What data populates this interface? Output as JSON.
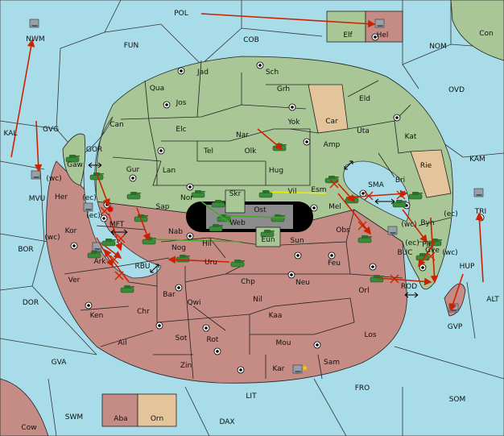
{
  "colors": {
    "sea": "#a8dce8",
    "faction_green": "#a9c796",
    "faction_red": "#c48c84",
    "neutral_tan": "#e4c49a",
    "attack_arrow": "#cc2200",
    "support_green": "#44aa22",
    "support_yellow": "#eeee00",
    "unit_tank": "#3a8a3a"
  },
  "sea_labels": [
    "POL",
    "FUN",
    "COB",
    "NOM",
    "Con",
    "OVD",
    "KAL",
    "GVG",
    "KAM",
    "MVU",
    "BOR",
    "DOR",
    "ALT",
    "HUP",
    "GVA",
    "LIT",
    "FRO",
    "SOM",
    "SWM",
    "DAX",
    "RBU",
    "SMA",
    "BUC",
    "ROD",
    "GOR",
    "Cow"
  ],
  "green_labels": [
    "Jad",
    "Sch",
    "Qua",
    "Grh",
    "Jos",
    "Eld",
    "Can",
    "Car",
    "Yok",
    "Uta",
    "Kat",
    "Elc",
    "Nar",
    "Amp",
    "Tel",
    "Olk",
    "Gaw",
    "Rie",
    "Gur",
    "Lan",
    "Hug",
    "Bri",
    "Nor",
    "Skr",
    "Vil",
    "Esm",
    "Sap",
    "Ost",
    "Web",
    "Mel",
    "Byn",
    "Pir",
    "Gve",
    "Elf",
    "Hel"
  ],
  "red_labels": [
    "Her",
    "Kor",
    "Nab",
    "Eun",
    "Sun",
    "Obs",
    "Hil",
    "Ark",
    "Nog",
    "Uru",
    "Feu",
    "Ver",
    "Chp",
    "Neu",
    "Orl",
    "Bar",
    "Qwi",
    "Nil",
    "Ken",
    "Chr",
    "Kaa",
    "Ail",
    "Sot",
    "Rot",
    "Mou",
    "Los",
    "Zin",
    "Kar",
    "Sam",
    "Aba",
    "Orn",
    "TRI",
    "NWM",
    "GVP",
    "MFT"
  ],
  "coast_markers": [
    "(wc)",
    "(ec)",
    "(ec)",
    "(wc)",
    "(ec)",
    "(wc)",
    "(ec)",
    "(wc)"
  ]
}
